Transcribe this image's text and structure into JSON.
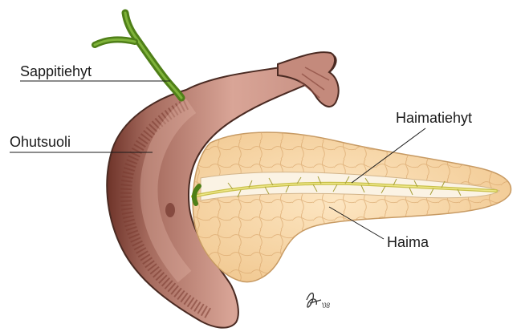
{
  "labels": {
    "bile_duct": "Sappitiehyt",
    "small_intestine": "Ohutsuoli",
    "pancreatic_duct": "Haimatiehyt",
    "pancreas": "Haima"
  },
  "signature": "'08",
  "colors": {
    "intestine_outer": "#b88378",
    "intestine_inner": "#7a3f34",
    "intestine_fold": "#cf9a8e",
    "pancreas": "#f8d8a8",
    "pancreas_lobule": "#d9a66d",
    "duct_yellow": "#d9d25a",
    "bile_green": "#5c8a1e",
    "outline": "#4a3a30"
  }
}
